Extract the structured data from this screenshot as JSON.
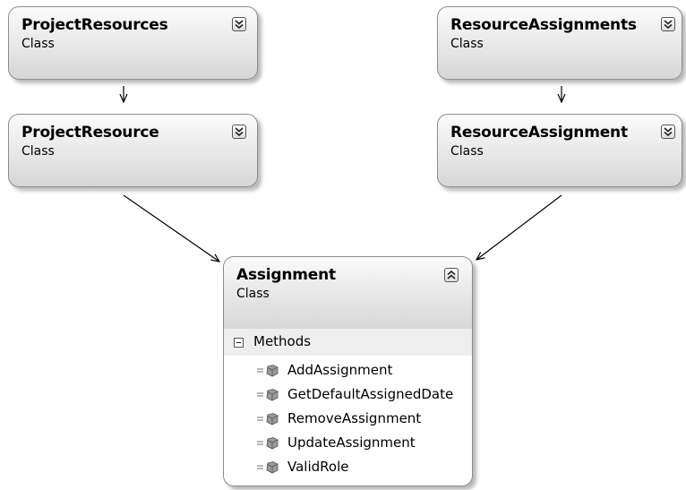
{
  "classes": {
    "project_resources": {
      "name": "ProjectResources",
      "kind": "Class"
    },
    "resource_assignments": {
      "name": "ResourceAssignments",
      "kind": "Class"
    },
    "project_resource": {
      "name": "ProjectResource",
      "kind": "Class"
    },
    "resource_assignment": {
      "name": "ResourceAssignment",
      "kind": "Class"
    },
    "assignment": {
      "name": "Assignment",
      "kind": "Class",
      "section_label": "Methods",
      "methods": [
        "AddAssignment",
        "GetDefaultAssignedDate",
        "RemoveAssignment",
        "UpdateAssignment",
        "ValidRole"
      ]
    }
  },
  "icons": {
    "collapsed_toggle": "double-chevron-down-icon",
    "expanded_toggle": "double-chevron-up-icon",
    "section_toggle": "minus-box-icon",
    "method": "method-cube-icon"
  },
  "colors": {
    "shape_fill_top": "#fbfbfb",
    "shape_fill_bottom": "#d6d6d6",
    "shape_border": "#8c8c8c",
    "section_fill": "#eeeeee",
    "method_icon": "#7a7a7a"
  }
}
